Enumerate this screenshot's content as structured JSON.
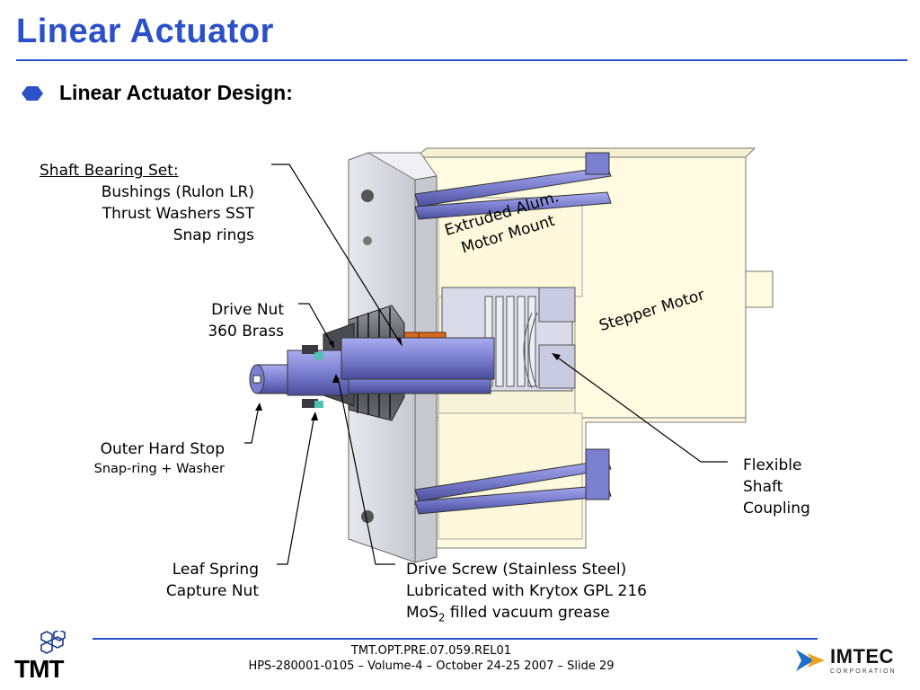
{
  "slide": {
    "title": "Linear Actuator",
    "bullet": "Linear Actuator Design:"
  },
  "labels": {
    "shaft_bearing": {
      "heading": "Shaft Bearing Set:",
      "line1": "Bushings (Rulon LR)",
      "line2": "Thrust Washers SST",
      "line3": "Snap rings"
    },
    "drive_nut": {
      "line1": "Drive Nut",
      "line2": "360 Brass"
    },
    "outer_stop": {
      "line1": "Outer Hard Stop",
      "line2": "Snap-ring + Washer"
    },
    "leaf_spring": {
      "line1": "Leaf Spring",
      "line2": "Capture Nut"
    },
    "drive_screw": {
      "line1": "Drive Screw (Stainless Steel)",
      "line2": "Lubricated with Krytox GPL 216",
      "line3_pre": "MoS",
      "line3_sub": "2",
      "line3_post": " filled vacuum grease"
    },
    "coupling": {
      "line1": "Flexible",
      "line2": "Shaft",
      "line3": "Coupling"
    },
    "motor_mount": {
      "line1": "Extruded Alum.",
      "line2": "Motor Mount"
    },
    "stepper": "Stepper Motor"
  },
  "footer": {
    "line1": "TMT.OPT.PRE.07.059.REL01",
    "line2": "HPS-280001-0105 – Volume-4 – October 24-25 2007 – Slide 29"
  },
  "logos": {
    "left": "TMT",
    "right": "IMTEC",
    "right_sub": "CORPORATION"
  },
  "colors": {
    "title_blue": "#2b50c8",
    "rod_blue": "#7b7fd0",
    "brass_orange": "#d4691f"
  }
}
